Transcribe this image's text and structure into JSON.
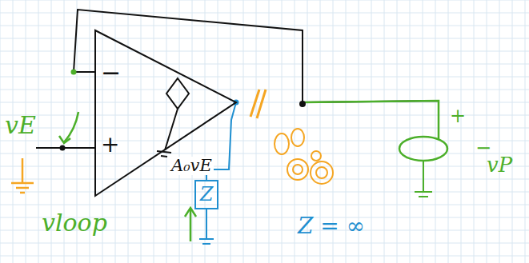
{
  "diagram": {
    "nodes": [
      {
        "text": [
          "−",
          "+"
        ]
      },
      {
        "text": [
          "Z"
        ]
      },
      {
        "text": [
          "+",
          "−",
          "vP"
        ]
      }
    ],
    "edges": [
      {
        "from": 0,
        "to": 2,
        "arrow": "none"
      },
      {
        "from": 0,
        "to": 1,
        "arrow": "none"
      }
    ],
    "labels": [
      "vE",
      "A₀vE",
      "vloop",
      "Z = ∞"
    ]
  }
}
